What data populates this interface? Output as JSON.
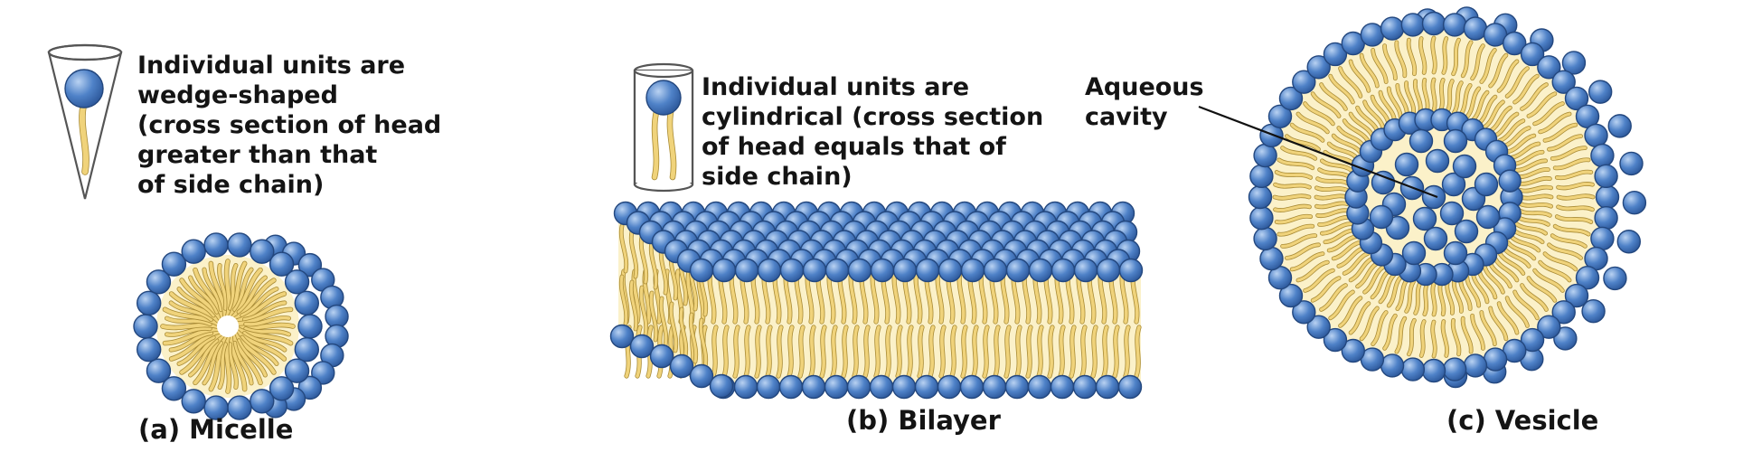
{
  "panels": {
    "micelle": {
      "description": "Individual units are\nwedge-shaped\n(cross section of head\ngreater than that\nof side chain)",
      "caption": "(a) Micelle"
    },
    "bilayer": {
      "description": "Individual units are\ncylindrical (cross section\nof head equals that of\nside chain)",
      "caption": "(b) Bilayer"
    },
    "vesicle": {
      "label": "Aqueous\ncavity",
      "caption": "(c) Vesicle"
    }
  },
  "colors": {
    "head_fill": "#4f82c8",
    "head_stroke": "#23477e",
    "head_highlight": "#b9d2f2",
    "tail_fill": "#f0d37b",
    "tail_stroke": "#a98b35",
    "core_fill": "#fbf1c9",
    "text": "#141414"
  }
}
